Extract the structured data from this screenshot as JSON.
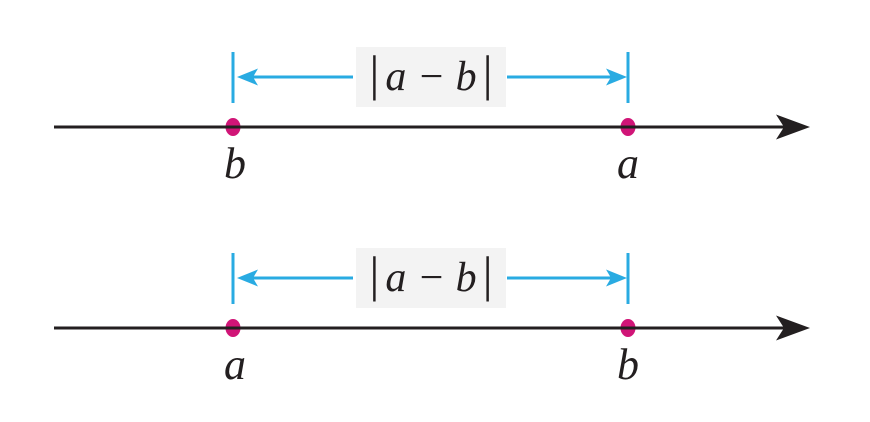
{
  "colors": {
    "background": "#ffffff",
    "axis": "#231f20",
    "annotation": "#29abe2",
    "point": "#d01577",
    "text": "#231f20",
    "label_box": "#f3f3f3"
  },
  "diagrams": [
    {
      "position": "top",
      "distance_label": {
        "open_bar": "|",
        "expression": "a − b",
        "close_bar": "|"
      },
      "left_point_label": "b",
      "right_point_label": "a"
    },
    {
      "position": "bottom",
      "distance_label": {
        "open_bar": "|",
        "expression": "a − b",
        "close_bar": "|"
      },
      "left_point_label": "a",
      "right_point_label": "b"
    }
  ]
}
